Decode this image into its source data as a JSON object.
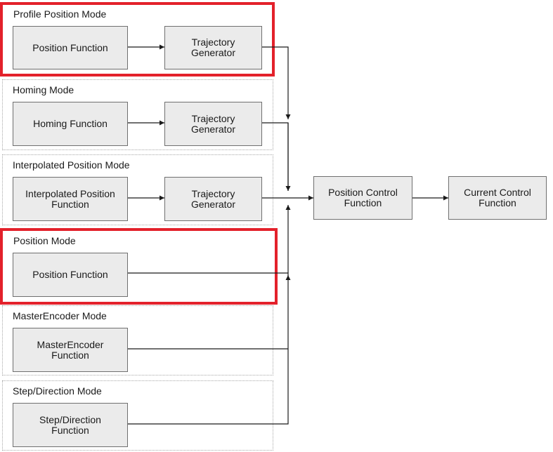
{
  "modes": [
    {
      "id": "profile-position",
      "title": "Profile Position Mode",
      "function": "Position Function",
      "generator": "Trajectory\nGenerator",
      "highlighted": true
    },
    {
      "id": "homing",
      "title": "Homing Mode",
      "function": "Homing Function",
      "generator": "Trajectory\nGenerator",
      "highlighted": false
    },
    {
      "id": "interpolated-position",
      "title": "Interpolated Position Mode",
      "function": "Interpolated Position\nFunction",
      "generator": "Trajectory\nGenerator",
      "highlighted": false
    },
    {
      "id": "position",
      "title": "Position Mode",
      "function": "Position Function",
      "highlighted": true
    },
    {
      "id": "master-encoder",
      "title": "MasterEncoder Mode",
      "function": "MasterEncoder\nFunction",
      "highlighted": false
    },
    {
      "id": "step-direction",
      "title": "Step/Direction Mode",
      "function": "Step/Direction\nFunction",
      "highlighted": false
    }
  ],
  "position_control": "Position Control\nFunction",
  "current_control": "Current Control\nFunction",
  "colors": {
    "highlight": "#e3212b",
    "box_fill": "#ebebeb",
    "box_border": "#6f6f6f",
    "line": "#1a1a1a"
  }
}
